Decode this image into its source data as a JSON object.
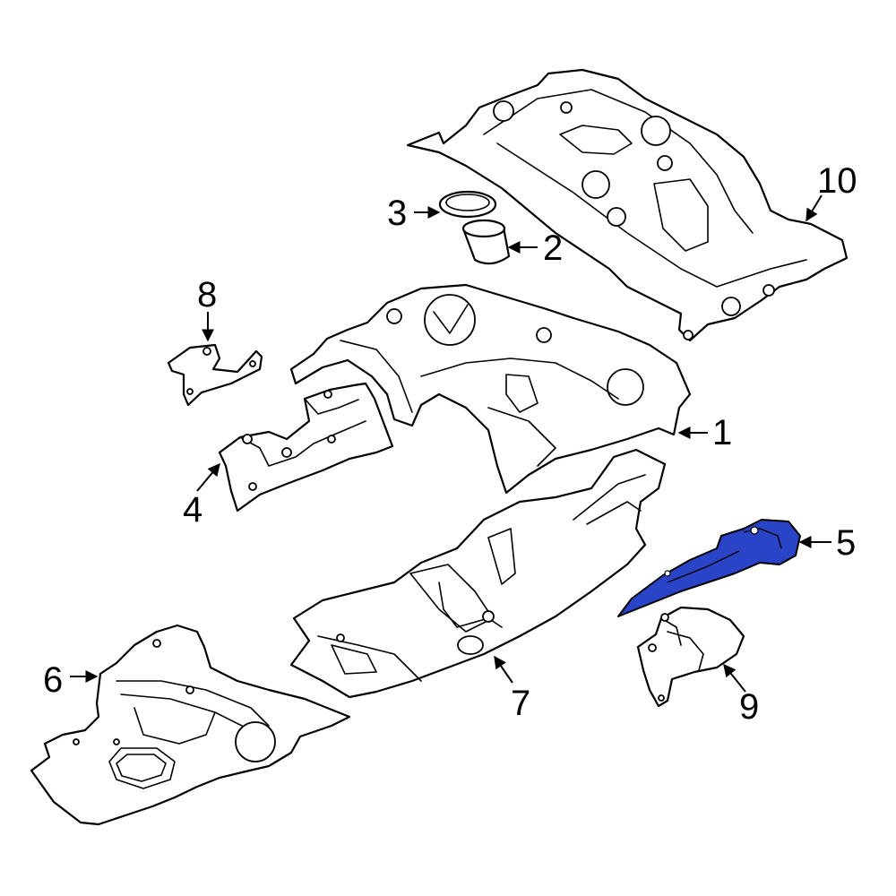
{
  "diagram": {
    "highlight_color": "#2a44c8",
    "line_color": "#000000",
    "background": "#ffffff",
    "highlighted_part": "5",
    "callouts": [
      "1",
      "2",
      "3",
      "4",
      "5",
      "6",
      "7",
      "8",
      "9",
      "10"
    ]
  }
}
